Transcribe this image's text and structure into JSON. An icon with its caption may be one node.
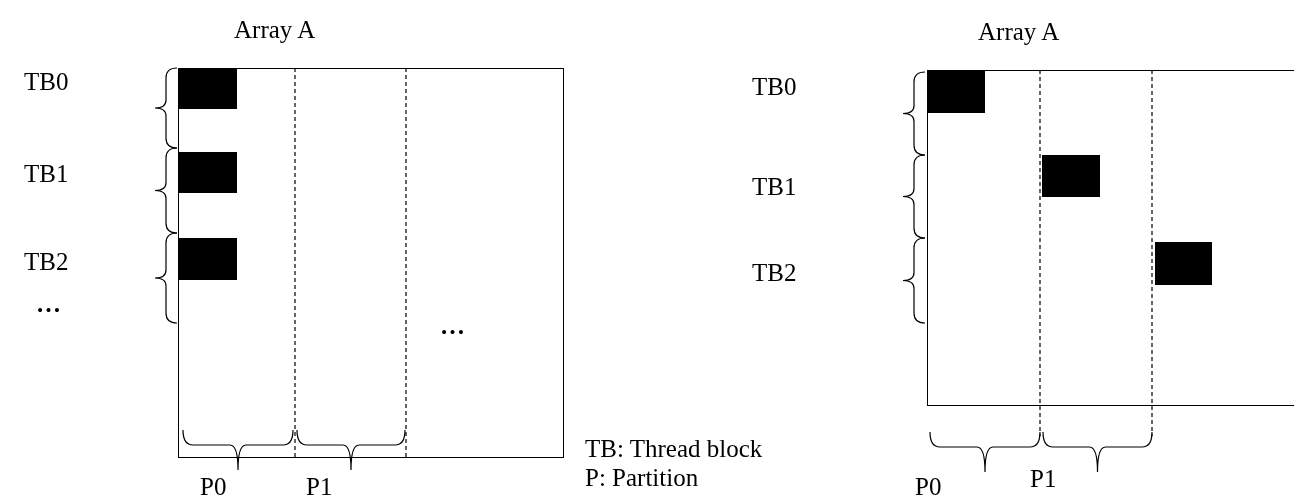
{
  "diagram": {
    "nodes": [
      {
        "text": [
          "Array A"
        ]
      },
      {
        "text": [
          "Array A"
        ]
      }
    ],
    "labels": [
      "TB0",
      "TB1",
      "TB2",
      "…",
      "…",
      "P0",
      "P1",
      "TB0",
      "TB1",
      "TB2",
      "TB: Thread block",
      "P: Partition",
      "P0",
      "P1"
    ]
  }
}
